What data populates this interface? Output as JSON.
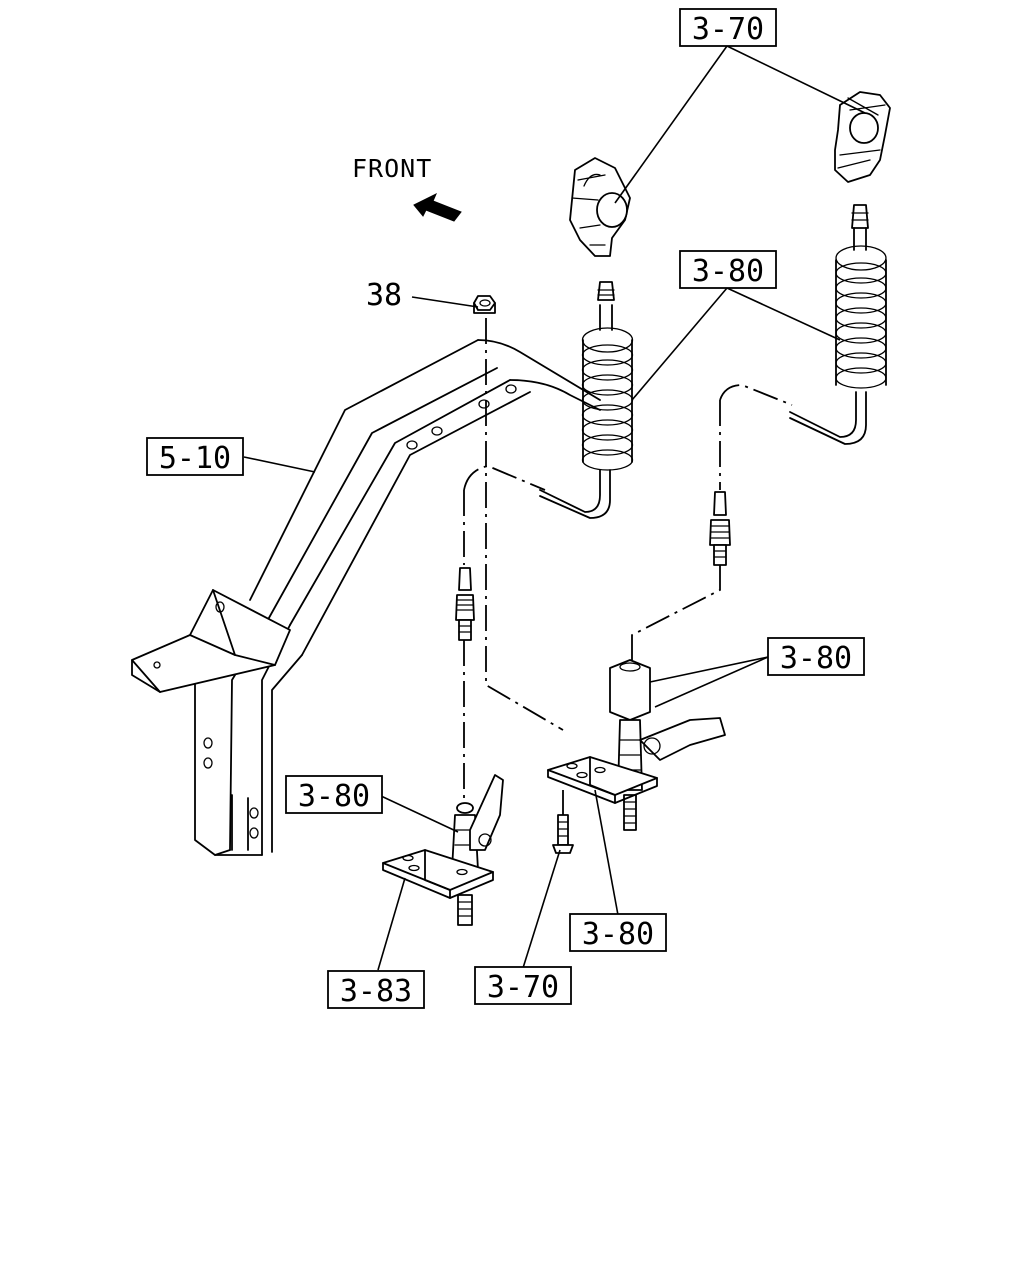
{
  "orientation": {
    "label": "FRONT"
  },
  "callouts": {
    "gladhand_top": "3-70",
    "coil_hoses": "3-80",
    "nut": "38",
    "frame": "5-10",
    "right_valve": "3-80",
    "left_valve": "3-80",
    "right_bracket": "3-80",
    "left_bracket": "3-83",
    "bolt": "3-70"
  }
}
